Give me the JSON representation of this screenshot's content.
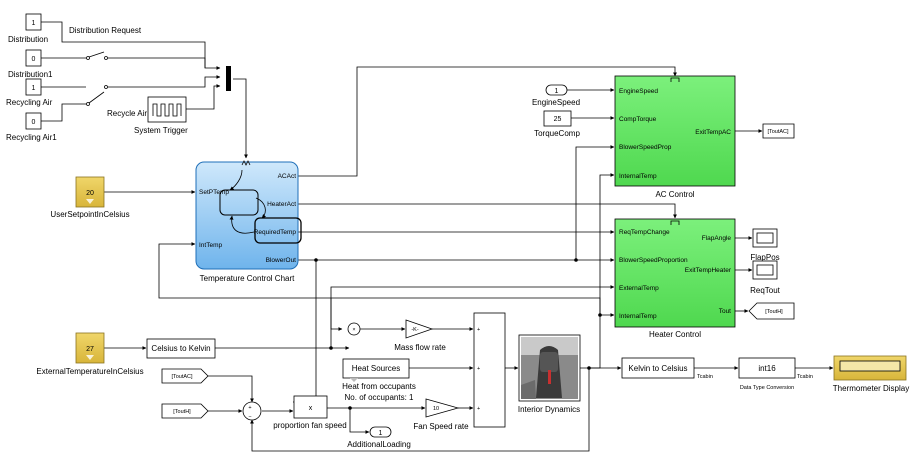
{
  "constants": {
    "distribution": "1",
    "distribution1": "0",
    "recycling_air": "1",
    "recycling_air1": "0",
    "torque_comp": "25",
    "engine_speed_port": "1",
    "user_setpoint": "20",
    "external_temp": "27",
    "additional_loading_port": "1"
  },
  "labels": {
    "distribution": "Distribution",
    "distribution_request": "Distribution Request",
    "distribution1": "Distribution1",
    "recycling_air": "Recycling Air",
    "recycle_air_on": "Recycle Air On",
    "recycling_air1": "Recycling Air1",
    "system_trigger": "System Trigger",
    "engine_speed": "EngineSpeed",
    "torque_comp": "TorqueComp",
    "ac_control": "AC Control",
    "heater_control": "Heater Control",
    "user_setpoint": "UserSetpointInCelsius",
    "temp_chart": "Temperature Control Chart",
    "flap_pos": "FlapPos",
    "req_tout": "ReqTout",
    "external_temp": "ExternalTemperatureInCelsius",
    "celsius_to_kelvin": "Celsius to Kelvin",
    "mass_flow_rate": "Mass flow rate",
    "heat_sources": "Heat Sources",
    "heat_from_occupants": "Heat from occupants",
    "no_of_occupants": "No. of occupants: 1",
    "fan_speed_rate": "Fan Speed rate",
    "proportion_fan_speed": "proportion fan speed",
    "additional_loading": "AdditionalLoading",
    "interior_dynamics": "Interior Dynamics",
    "kelvin_to_celsius": "Kelvin to Celsius",
    "data_type_conversion": "Data Type Conversion",
    "thermometer_display": "Thermometer Display"
  },
  "blocks": {
    "int16": "int16",
    "gain_k": "-K-",
    "gain_10": "10",
    "product_x": "x",
    "tcabin_1": "Tcabin",
    "tcabin_2": "Tcabin",
    "goto_toutac": "[ToutAC]",
    "goto_touth": "[ToutH]",
    "from_toutac": "[ToutAC]",
    "from_touth": "[ToutH]"
  },
  "ports": {
    "ac": {
      "in": [
        "EngineSpeed",
        "CompTorque",
        "BlowerSpeedProp",
        "InternalTemp"
      ],
      "out": [
        "ExitTempAC"
      ]
    },
    "heater": {
      "in": [
        "ReqTempChange",
        "BlowerSpeedProportion",
        "ExternalTemp",
        "InternalTemp"
      ],
      "out": [
        "FlapAngle",
        "ExitTempHeater",
        "Tout"
      ]
    },
    "chart": {
      "in": [
        "SetPTemp",
        "IntTemp"
      ],
      "out": [
        "ACAct",
        "HeaterAct",
        "RequiredTemp",
        "BlowerOut"
      ]
    }
  },
  "colors": {
    "subsystem_green": "#5ee85e",
    "chart_blue": "#9fd0f7",
    "constant_yellow": "#e6c84a"
  }
}
